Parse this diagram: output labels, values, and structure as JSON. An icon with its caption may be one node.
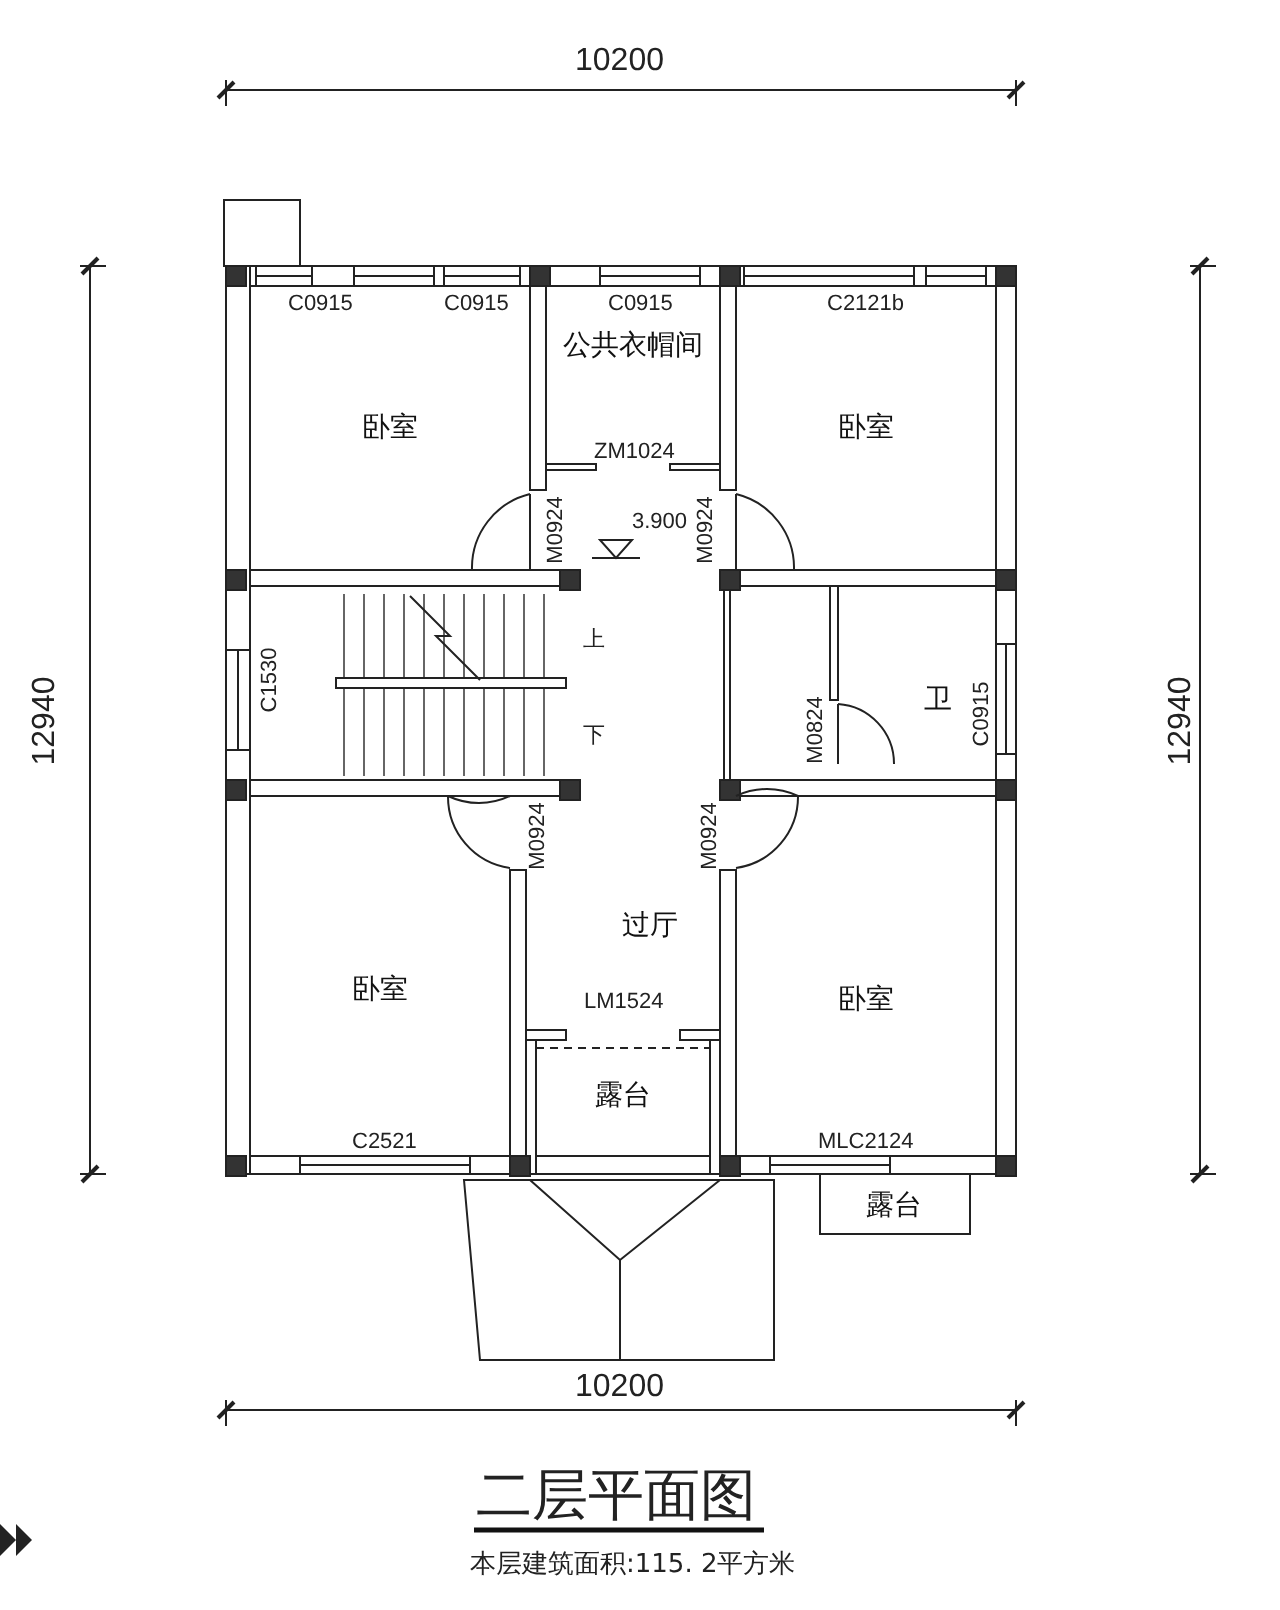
{
  "diagram": {
    "title": "二层平面图",
    "caption": "本层建筑面积:115. 2平方米",
    "nodes": [
      {
        "text": [
          "卧室"
        ]
      },
      {
        "text": [
          "公共衣帽间"
        ]
      },
      {
        "text": [
          "卧室"
        ]
      },
      {
        "text": [
          "卫"
        ]
      },
      {
        "text": [
          "过厅"
        ]
      },
      {
        "text": [
          "卧室"
        ]
      },
      {
        "text": [
          "卧室"
        ]
      },
      {
        "text": [
          "露台"
        ]
      },
      {
        "text": [
          "露台"
        ]
      }
    ],
    "labels": [
      "10200",
      "C0915",
      "C0915",
      "C0915",
      "C2121b",
      "ZM1024",
      "M0924",
      "3.900",
      "M0924",
      "上",
      "C1530",
      "下",
      "M0824",
      "C0915",
      "M0924",
      "M0924",
      "LM1524",
      "C2521",
      "MLC2124",
      "12940",
      "12940",
      "10200"
    ]
  }
}
